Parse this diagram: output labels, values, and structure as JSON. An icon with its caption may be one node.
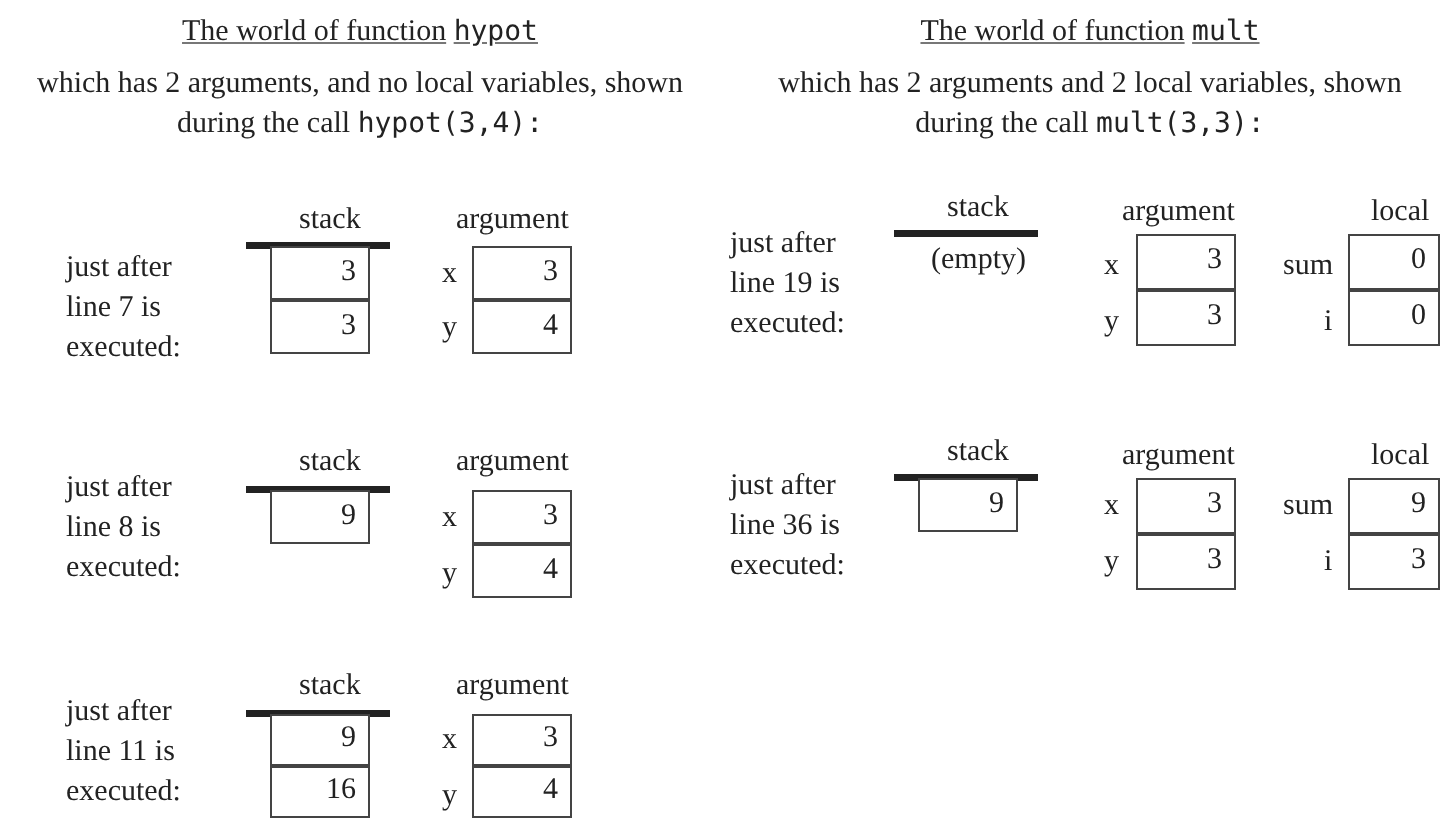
{
  "diagram": {
    "nodes": [
      {
        "text": [
          "3"
        ]
      },
      {
        "text": [
          "3"
        ]
      },
      {
        "text": [
          "3"
        ]
      },
      {
        "text": [
          "4"
        ]
      },
      {
        "text": [
          "9"
        ]
      },
      {
        "text": [
          "3"
        ]
      },
      {
        "text": [
          "4"
        ]
      },
      {
        "text": [
          "9"
        ]
      },
      {
        "text": [
          "16"
        ]
      },
      {
        "text": [
          "3"
        ]
      },
      {
        "text": [
          "4"
        ]
      },
      {
        "text": [
          "3"
        ]
      },
      {
        "text": [
          "3"
        ]
      },
      {
        "text": [
          "0"
        ]
      },
      {
        "text": [
          "0"
        ]
      },
      {
        "text": [
          "9"
        ]
      },
      {
        "text": [
          "3"
        ]
      },
      {
        "text": [
          "3"
        ]
      },
      {
        "text": [
          "9"
        ]
      },
      {
        "text": [
          "3"
        ]
      }
    ],
    "labels": [
      "The world of function",
      "hypot",
      "which has 2 arguments, and no local variables, shown during the call",
      "hypot(3,4):",
      "just after line 7 is executed:",
      "stack",
      "argument",
      "x",
      "y",
      "just after line 8 is executed:",
      "stack",
      "argument",
      "x",
      "y",
      "just after line 11 is executed:",
      "stack",
      "argument",
      "x",
      "y",
      "The world of function",
      "mult",
      "which has 2 arguments and 2 local variables, shown during the call",
      "mult(3,3):",
      "just after line 19 is executed:",
      "stack",
      "(empty)",
      "argument",
      "local",
      "x",
      "y",
      "sum",
      "i",
      "just after line 36 is executed:",
      "stack",
      "argument",
      "local",
      "x",
      "y",
      "sum",
      "i"
    ]
  }
}
